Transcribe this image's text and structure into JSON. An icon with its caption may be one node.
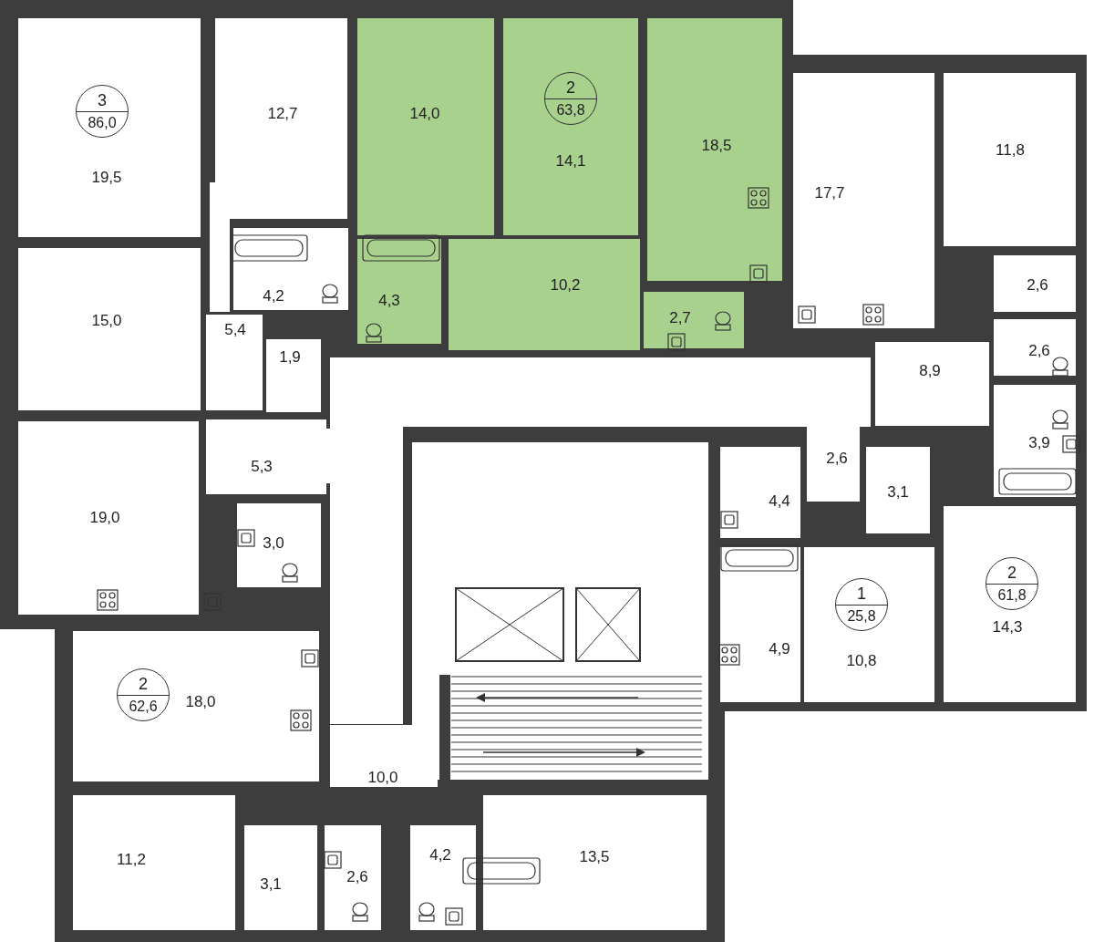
{
  "diagram": {
    "nodes": [
      {
        "text": [
          "19,5"
        ]
      },
      {
        "text": [
          "3",
          "86,0"
        ],
        "in": 0
      },
      {
        "text": [
          "12,7"
        ]
      },
      {
        "text": [
          "15,0"
        ]
      },
      {
        "text": [
          "5,4"
        ]
      },
      {
        "text": [
          "4,2"
        ]
      },
      {
        "text": [
          "1,9"
        ]
      },
      {
        "text": [
          "5,3"
        ]
      },
      {
        "text": [
          "19,0"
        ]
      },
      {
        "text": [
          "3,0"
        ]
      },
      {
        "text": [
          "14,0"
        ]
      },
      {
        "text": [
          "14,1"
        ]
      },
      {
        "text": [
          "2",
          "63,8"
        ],
        "in": 11
      },
      {
        "text": [
          "18,5"
        ]
      },
      {
        "text": [
          "4,3"
        ]
      },
      {
        "text": [
          "10,2"
        ]
      },
      {
        "text": [
          "2,7"
        ]
      },
      {
        "text": [
          "17,7"
        ]
      },
      {
        "text": [
          "11,8"
        ]
      },
      {
        "text": [
          "2,6"
        ]
      },
      {
        "text": [
          "2,6"
        ]
      },
      {
        "text": [
          "8,9"
        ]
      },
      {
        "text": [
          "3,9"
        ]
      },
      {
        "text": [
          "2,6"
        ]
      },
      {
        "text": [
          "3,1"
        ]
      },
      {
        "text": [
          "4,4"
        ]
      },
      {
        "text": [
          "4,9"
        ]
      },
      {
        "text": [
          "10,8"
        ]
      },
      {
        "text": [
          "1",
          "25,8"
        ],
        "in": 27
      },
      {
        "text": [
          "14,3"
        ]
      },
      {
        "text": [
          "2",
          "61,8"
        ],
        "in": 29
      },
      {
        "text": [
          "18,0"
        ]
      },
      {
        "text": [
          "2",
          "62,6"
        ],
        "in": 31
      },
      {
        "text": [
          "10,0"
        ]
      },
      {
        "text": [
          "11,2"
        ]
      },
      {
        "text": [
          "3,1"
        ]
      },
      {
        "text": [
          "2,6"
        ]
      },
      {
        "text": [
          "4,2"
        ]
      },
      {
        "text": [
          "13,5"
        ]
      }
    ]
  }
}
